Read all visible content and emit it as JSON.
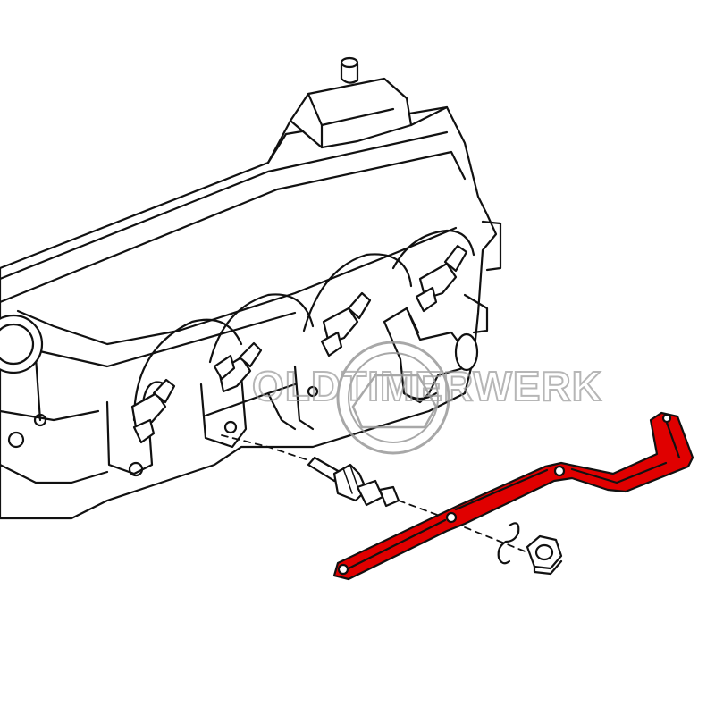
{
  "watermark": {
    "text": "OLDTIMERWERK",
    "color": "#9a9a9a"
  },
  "diagram": {
    "highlight_color": "#e00000",
    "line_color": "#111111",
    "background": "#ffffff",
    "components": [
      "cylinder-head",
      "valve-cover",
      "oil-filler-cap",
      "spark-plug-leads",
      "water-outlet-elbow",
      "spark-plug",
      "throttle-linkage-rod",
      "spring-clip",
      "hex-nut"
    ],
    "highlighted_component": "throttle-linkage-rod"
  }
}
